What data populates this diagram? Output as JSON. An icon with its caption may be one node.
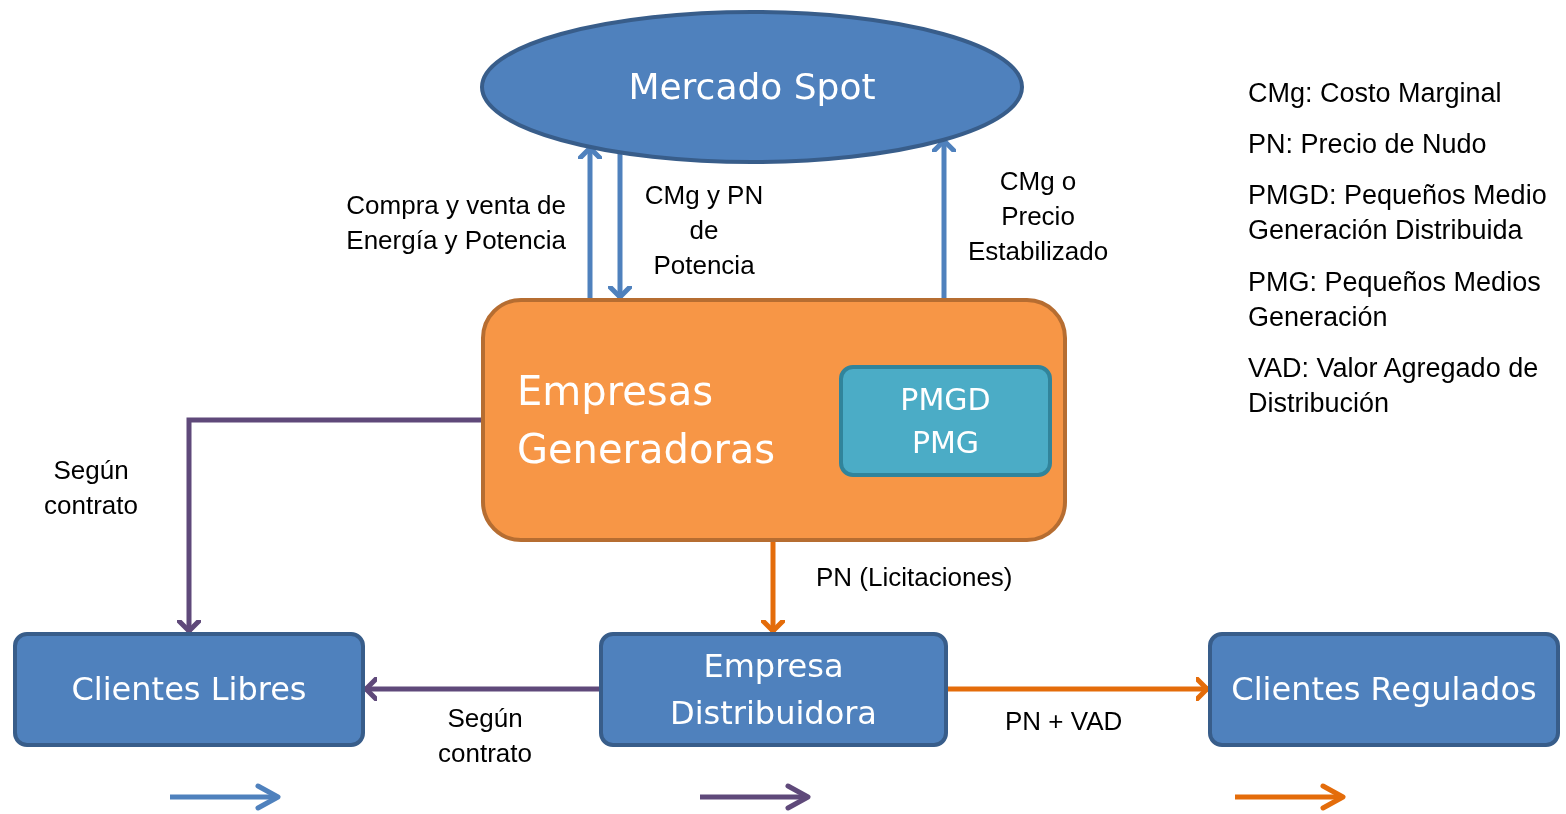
{
  "diagram": {
    "nodes": [
      {
        "text": [
          "Mercado Spot"
        ]
      },
      {
        "text": [
          "Empresas Generadoras"
        ]
      },
      {
        "text": [
          "PMGD PMG"
        ],
        "in": 1
      },
      {
        "text": [
          "Clientes Libres"
        ]
      },
      {
        "text": [
          "Empresa Distribuidora"
        ]
      },
      {
        "text": [
          "Clientes Regulados"
        ]
      }
    ],
    "edges": [
      {
        "from": 1,
        "to": 0,
        "arrow": "to",
        "label": "Compra y venta de Energía y Potencia"
      },
      {
        "from": 0,
        "to": 1,
        "arrow": "to",
        "label": "CMg y PN de Potencia"
      },
      {
        "from": 2,
        "to": 0,
        "arrow": "to",
        "label": "CMg o Precio Estabilizado"
      },
      {
        "from": 1,
        "to": 3,
        "arrow": "to",
        "label": "Según contrato",
        "color": "#5f497a"
      },
      {
        "from": 1,
        "to": 4,
        "arrow": "to",
        "label": "PN (Licitaciones)",
        "color": "#e46c0a"
      },
      {
        "from": 4,
        "to": 3,
        "arrow": "to",
        "label": "Según contrato",
        "color": "#5f497a"
      },
      {
        "from": 4,
        "to": 5,
        "arrow": "to",
        "label": "PN + VAD",
        "color": "#e46c0a"
      }
    ],
    "labels": [
      "CMg: Costo Marginal",
      "PN: Precio de Nudo",
      "PMGD: Pequeños Medio Generación Distribuida",
      "PMG: Pequeños Medios Generación",
      "VAD: Valor Agregado de Distribución"
    ]
  }
}
